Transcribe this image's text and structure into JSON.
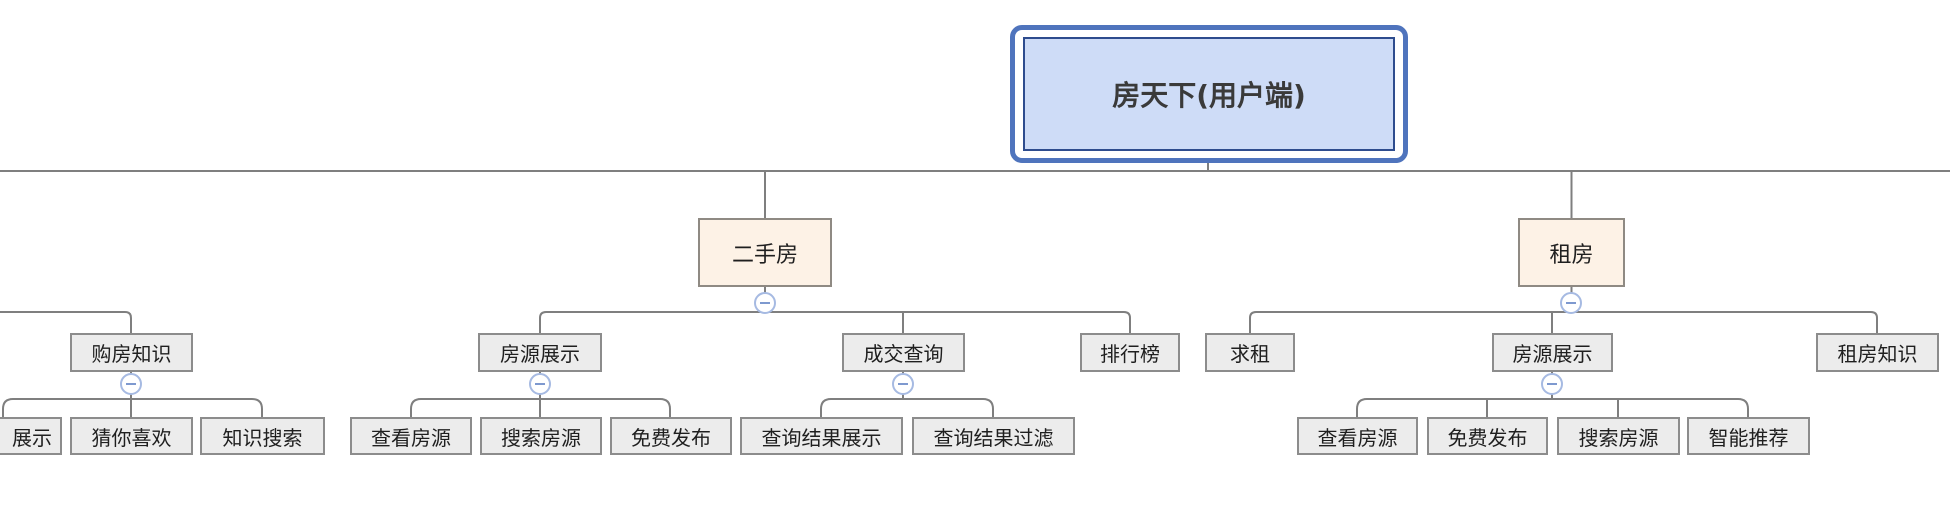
{
  "diagram": {
    "type": "mindmap-org-chart",
    "root_selected": true,
    "colors": {
      "root_fill": "#cedcf7",
      "root_selection_border": "#4f74bd",
      "root_inner_border": "#2e4c8e",
      "level2_fill": "#fdf2e6",
      "node_fill": "#ececec",
      "node_border": "#8c8c8c",
      "connector_line": "#7f7f7f",
      "collapse_icon_border": "#a6bae2",
      "collapse_icon_minus": "#7e99cf"
    },
    "icons": {
      "collapse": "minus-circle-icon"
    }
  },
  "tree": {
    "label": "房天下(用户端)",
    "children": [
      {
        "label": "二手房",
        "children": [
          {
            "label": "房源展示",
            "children": [
              {
                "label": "查看房源"
              },
              {
                "label": "搜索房源"
              },
              {
                "label": "免费发布"
              }
            ]
          },
          {
            "label": "成交查询",
            "children": [
              {
                "label": "查询结果展示"
              },
              {
                "label": "查询结果过滤"
              }
            ]
          },
          {
            "label": "排行榜"
          }
        ]
      },
      {
        "label": "租房",
        "children": [
          {
            "label": "求租"
          },
          {
            "label": "房源展示",
            "children": [
              {
                "label": "查看房源"
              },
              {
                "label": "免费发布"
              },
              {
                "label": "搜索房源"
              },
              {
                "label": "智能推荐"
              }
            ]
          },
          {
            "label": "租房知识"
          }
        ]
      }
    ]
  },
  "left_branch": {
    "note": "parent node off-screen to the left",
    "children": [
      {
        "label": "购房知识",
        "children": [
          {
            "label": "展示",
            "clipped_left": true
          },
          {
            "label": "猜你喜欢"
          },
          {
            "label": "知识搜索"
          }
        ]
      }
    ]
  }
}
